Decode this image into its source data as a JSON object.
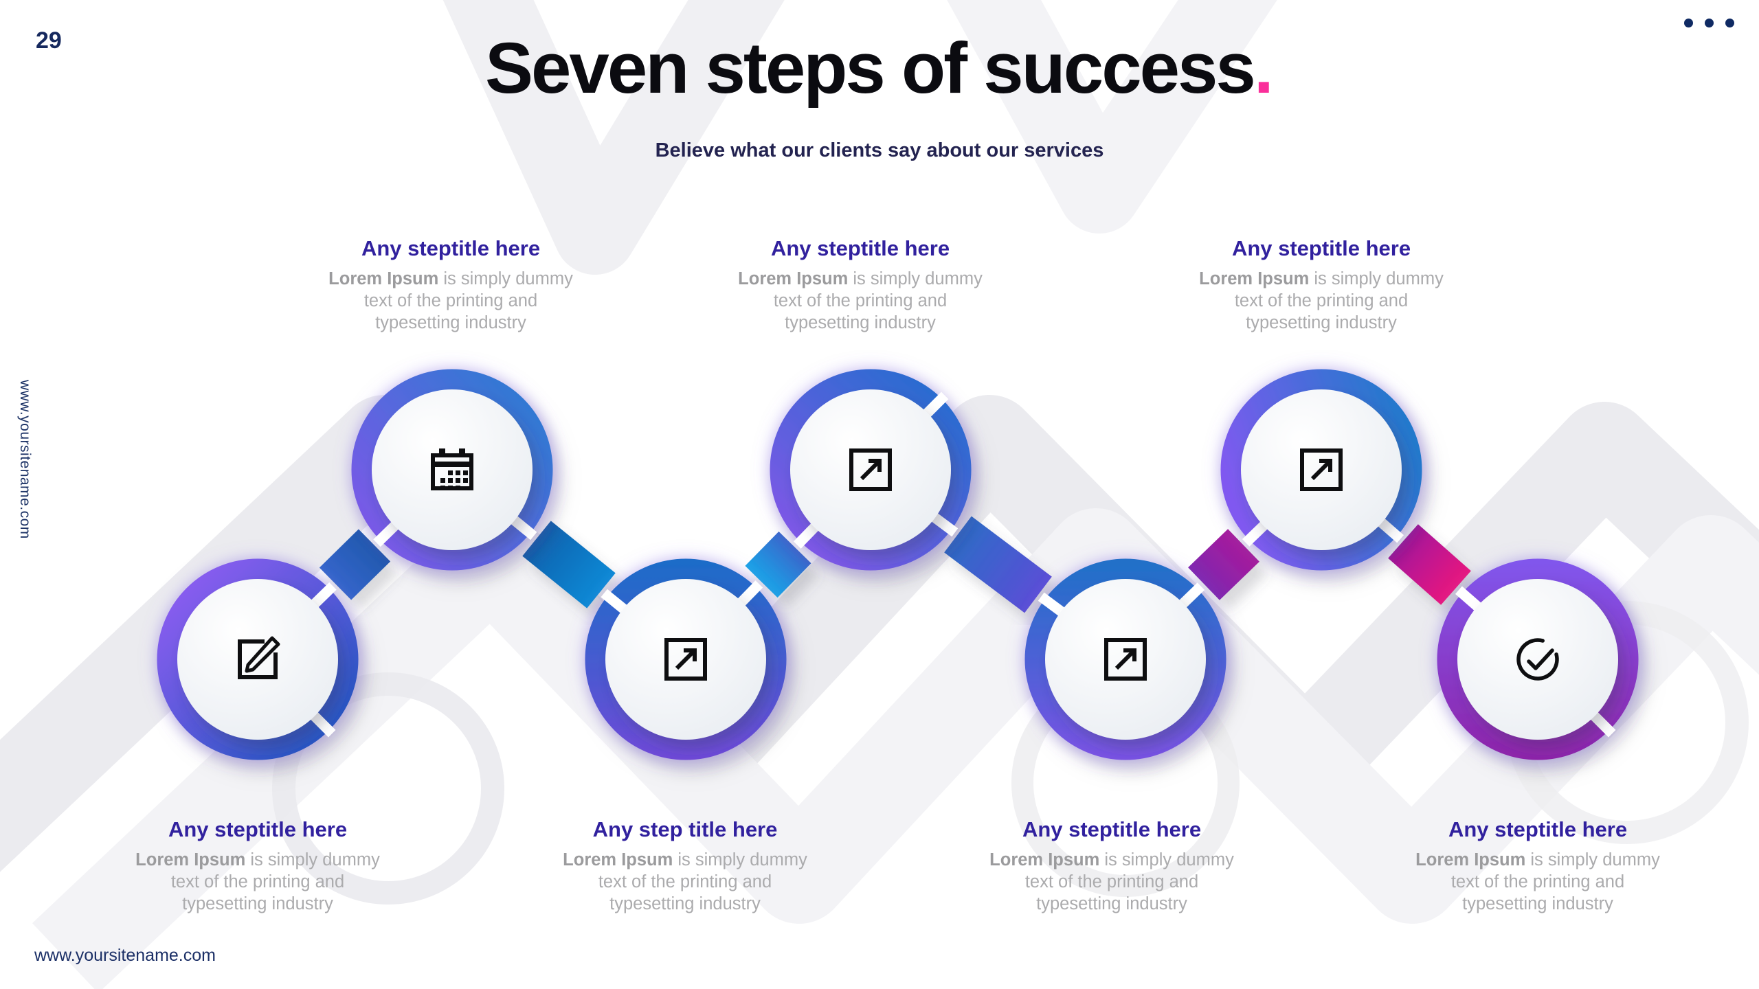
{
  "slide": {
    "page_number": "29",
    "title": "Seven steps of success",
    "title_period": ".",
    "subtitle": "Believe what our clients say about our services",
    "site_url_side": "www.yoursitename.com",
    "site_url_bottom": "www.yoursitename.com"
  },
  "description": {
    "line1_bold": "Lorem Ipsum",
    "line1_rest": " is simply dummy",
    "line2": "text of the printing and",
    "line3": "typesetting industry"
  },
  "steps": [
    {
      "title": "Any steptitle here",
      "icon": "edit-icon",
      "position": "bottom"
    },
    {
      "title": "Any steptitle here",
      "icon": "calendar-icon",
      "position": "top"
    },
    {
      "title": "Any step title here",
      "icon": "arrow-up-right-icon",
      "position": "bottom"
    },
    {
      "title": "Any steptitle here",
      "icon": "arrow-up-right-icon",
      "position": "top"
    },
    {
      "title": "Any steptitle here",
      "icon": "arrow-up-right-icon",
      "position": "bottom"
    },
    {
      "title": "Any steptitle here",
      "icon": "arrow-up-right-icon",
      "position": "top"
    },
    {
      "title": "Any steptitle here",
      "icon": "check-circle-icon",
      "position": "bottom"
    }
  ],
  "colors": {
    "accent_pink": "#fa2f9a",
    "heading_indigo": "#31219e",
    "navy": "#1b2f66",
    "title_black": "#0b0b10",
    "description_gray": "#ababad",
    "ribbon_blue": "#2e6cc8",
    "ribbon_cyan": "#0f8ad6",
    "ribbon_indigo": "#5a4ed6",
    "ribbon_purple": "#7f28b0",
    "ribbon_magenta": "#e8197e",
    "ring_violet": "#7d57e8",
    "ring_blue": "#2a6cd0",
    "ring_deep_purple": "#8e24aa"
  }
}
